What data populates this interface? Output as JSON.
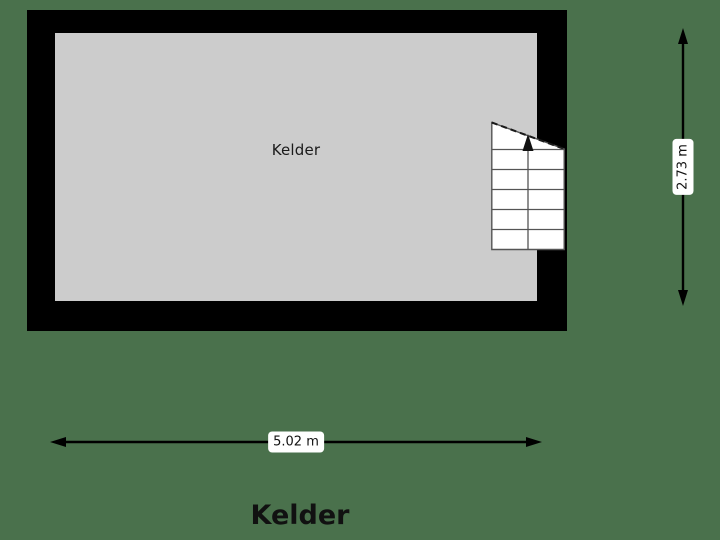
{
  "plan": {
    "title": "Kelder",
    "background_color": "#4a714c",
    "wall_color": "#000000",
    "floor_color": "#cccccc"
  },
  "rooms": [
    {
      "label": "Kelder",
      "fill": "#cccccc"
    }
  ],
  "features": {
    "staircase": {
      "name": "staircase",
      "step_count": 5,
      "direction_label": "up",
      "fill": "#ffffff",
      "line_color": "#555555"
    }
  },
  "dimensions": {
    "vertical": {
      "value": "2.73 m",
      "orientation": "vertical"
    },
    "horizontal": {
      "value": "5.02 m",
      "orientation": "horizontal"
    }
  }
}
